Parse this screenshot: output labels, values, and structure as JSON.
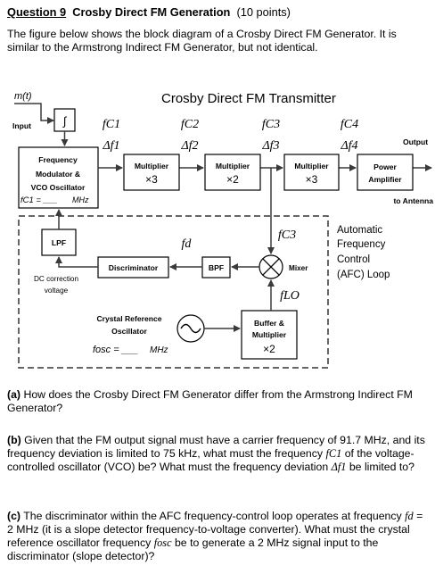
{
  "heading": {
    "number": "Question 9",
    "title": "Crosby Direct FM Generation",
    "points": "(10 points)"
  },
  "intro": "The figure below shows the block diagram of a Crosby Direct FM Generator.  It is similar to the Armstrong Indirect FM Generator, but not identical.",
  "diagram": {
    "title": "Crosby Direct FM Transmitter",
    "input_signal": "m(t)",
    "input_label": "Input",
    "integrator_symbol": "∫",
    "output_label": "Output",
    "antenna_label": "to Antenna",
    "modulator": {
      "line1": "Frequency",
      "line2": "Modulator &",
      "line3": "VCO Oscillator",
      "freq_prefix": "fC1 = ___",
      "freq_unit": "MHz"
    },
    "multipliers": [
      {
        "name": "Multiplier",
        "factor": "×3"
      },
      {
        "name": "Multiplier",
        "factor": "×2"
      },
      {
        "name": "Multiplier",
        "factor": "×3"
      }
    ],
    "power_amp": {
      "line1": "Power",
      "line2": "Amplifier"
    },
    "carrier_labels": [
      "fC1",
      "fC2",
      "fC3",
      "fC4"
    ],
    "deviation_labels": [
      "Δf1",
      "Δf2",
      "Δf3",
      "Δf4"
    ],
    "afc": {
      "line1": "Automatic",
      "line2": "Frequency",
      "line3": "Control",
      "line4": "(AFC) Loop"
    },
    "lpf": "LPF",
    "discriminator": "Discriminator",
    "bpf": "BPF",
    "mixer": "Mixer",
    "fd_label": "fd",
    "fc3_label": "fC3",
    "flo_label": "fLO",
    "dc_correction": {
      "line1": "DC correction",
      "line2": "voltage"
    },
    "crystal": {
      "line1": "Crystal Reference",
      "line2": "Oscillator",
      "freq_prefix": "fosc = ___",
      "freq_unit": "MHz"
    },
    "buffer": {
      "line1": "Buffer &",
      "line2": "Multiplier",
      "factor": "×2"
    }
  },
  "questions": {
    "a": {
      "label": "(a)",
      "text": "How does the Crosby Direct FM Generator differ from the Armstrong Indirect FM Generator?"
    },
    "b": {
      "label": "(b)",
      "part1": "Given that the FM output signal must have a carrier frequency of 91.7 MHz, and its frequency deviation is limited to 75 kHz, what must the frequency",
      "sym1": "fC1",
      "part2": "of the voltage-controlled oscillator (VCO) be?  What must the frequency deviation",
      "sym2": "Δf1",
      "part3": "be limited to?"
    },
    "c": {
      "label": "(c)",
      "part1": "The discriminator within the AFC frequency-control loop operates at frequency",
      "sym1": "fd",
      "part2": "= 2 MHz (it is a slope detector frequency-to-voltage converter). What must the crystal reference oscillator frequency",
      "sym2": "fosc",
      "part3": "be to generate a 2 MHz signal input to the discriminator (slope detector)?"
    }
  }
}
